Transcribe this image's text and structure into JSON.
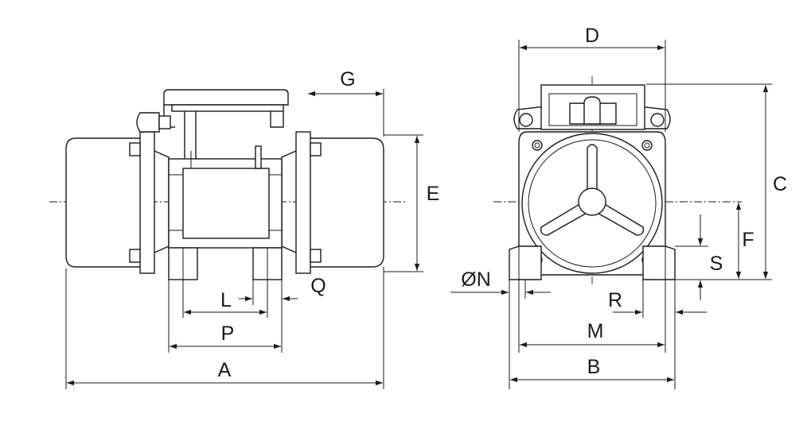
{
  "labels": {
    "A": "A",
    "B": "B",
    "C": "C",
    "D": "D",
    "E": "E",
    "F": "F",
    "G": "G",
    "L": "L",
    "M": "M",
    "N": "ØN",
    "P": "P",
    "Q": "Q",
    "R": "R",
    "S": "S"
  },
  "colors": {
    "line": "#1a1a1a",
    "background": "#ffffff"
  }
}
